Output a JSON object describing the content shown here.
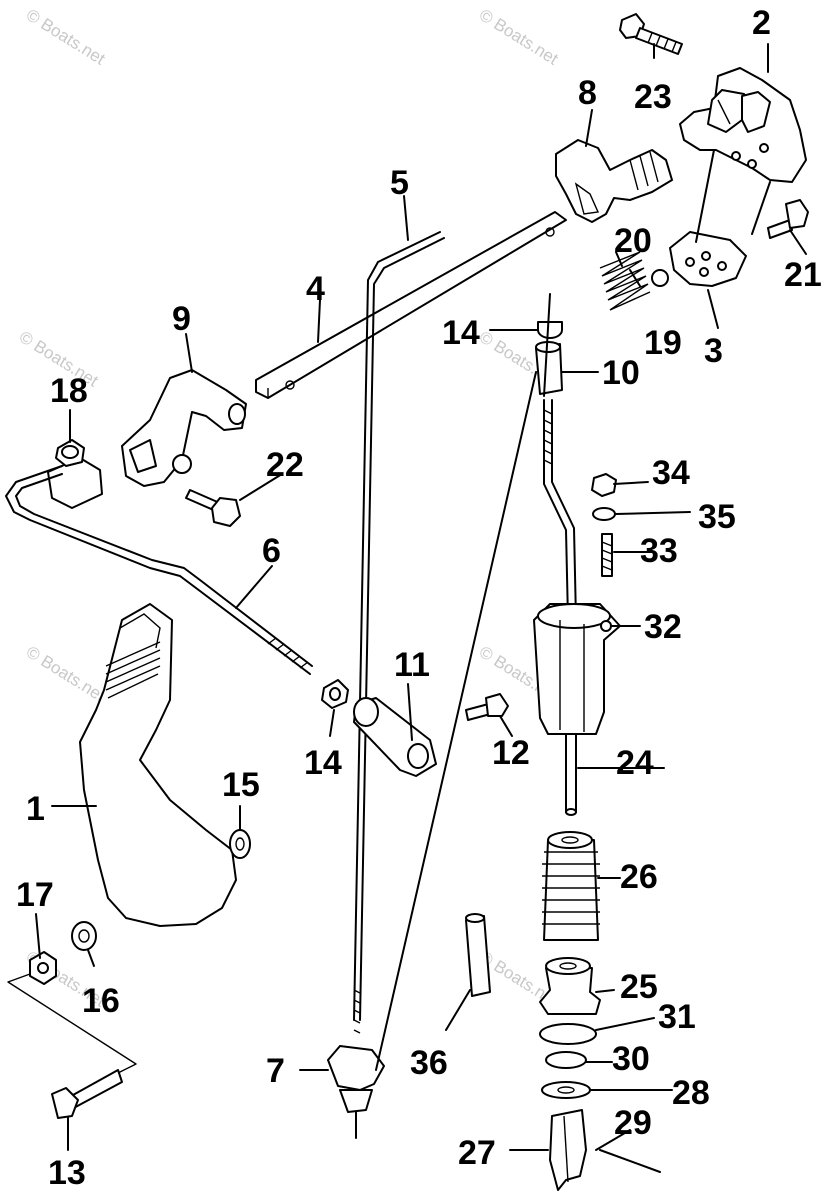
{
  "watermark": "© Boats.net",
  "callouts": [
    "1",
    "2",
    "3",
    "4",
    "5",
    "6",
    "7",
    "8",
    "9",
    "10",
    "11",
    "12",
    "13",
    "14",
    "14",
    "15",
    "16",
    "17",
    "18",
    "19",
    "20",
    "21",
    "22",
    "23",
    "24",
    "25",
    "26",
    "27",
    "28",
    "29",
    "30",
    "31",
    "32",
    "33",
    "34",
    "35",
    "36"
  ]
}
